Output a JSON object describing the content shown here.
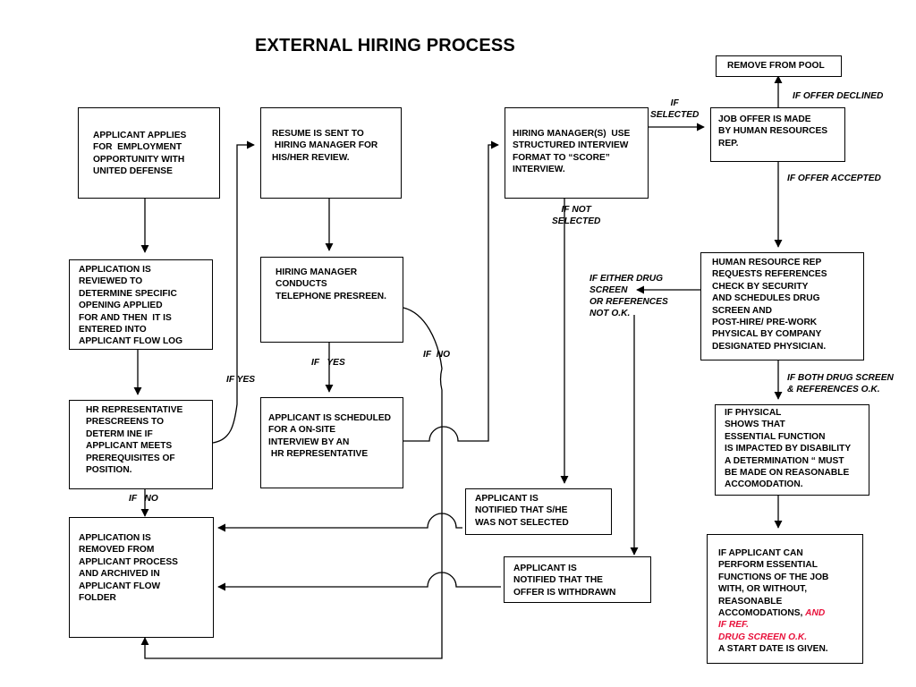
{
  "title": "EXTERNAL HIRING PROCESS",
  "boxes": {
    "applicant_applies": "APPLICANT APPLIES\nFOR  EMPLOYMENT\nOPPORTUNITY WITH\nUNITED DEFENSE",
    "resume_sent": "RESUME IS SENT TO\n HIRING MANAGER FOR\nHIS/HER REVIEW.",
    "structured_interview": "HIRING MANAGER(S)  USE\nSTRUCTURED INTERVIEW\nFORMAT TO “SCORE”\nINTERVIEW.",
    "remove_from_pool": "REMOVE FROM POOL",
    "job_offer": "JOB OFFER IS MADE\nBY HUMAN RESOURCES\nREP.",
    "application_reviewed": "APPLICATION IS\nREVIEWED TO\nDETERMINE SPECIFIC\nOPENING APPLIED\nFOR AND THEN  IT IS\nENTERED INTO\nAPPLICANT FLOW LOG",
    "telephone_prescreen": "HIRING MANAGER\nCONDUCTS\nTELEPHONE PRESREEN.",
    "hr_rep_requests": "HUMAN RESOURCE REP\nREQUESTS REFERENCES\nCHECK BY SECURITY\nAND SCHEDULES DRUG\nSCREEN AND\nPOST-HIRE/ PRE-WORK\nPHYSICAL BY COMPANY\nDESIGNATED PHYSICIAN.",
    "hr_prescreens": "HR REPRESENTATIVE\nPRESCREENS TO\nDETERM INE IF\nAPPLICANT MEETS\nPREREQUISITES OF\nPOSITION.",
    "onsite_interview": "APPLICANT IS SCHEDULED\nFOR A ON-SITE\nINTERVIEW BY AN\n HR REPRESENTATIVE",
    "physical_disability": "IF PHYSICAL\nSHOWS THAT\nESSENTIAL FUNCTION\nIS IMPACTED BY DISABILITY\nA DETERMINATION “ MUST\nBE MADE ON REASONABLE\nACCOMODATION.",
    "not_selected": "APPLICANT IS\nNOTIFIED THAT S/HE\nWAS NOT SELECTED",
    "application_removed": "APPLICATION IS\nREMOVED FROM\nAPPLICANT PROCESS\nAND ARCHIVED IN\nAPPLICANT FLOW\nFOLDER",
    "offer_withdrawn": "APPLICANT IS\nNOTIFIED THAT THE\nOFFER IS WITHDRAWN",
    "start_date_a": "IF APPLICANT CAN\nPERFORM ESSENTIAL\nFUNCTIONS OF THE JOB\nWITH, OR WITHOUT,\nREASONABLE\nACCOMODATIONS, ",
    "start_date_red_1": "AND",
    "start_date_red_2": "IF REF.\nDRUG SCREEN O.K.",
    "start_date_b": "A START DATE IS GIVEN."
  },
  "labels": {
    "if_selected": "IF\nSELECTED",
    "if_offer_declined": "IF OFFER DECLINED",
    "if_offer_accepted": "IF OFFER ACCEPTED",
    "if_not_selected": "IF NOT\nSELECTED",
    "if_either_drug": "IF EITHER DRUG\nSCREEN\nOR REFERENCES\nNOT O.K.",
    "if_yes_left": "IF YES",
    "if_yes_mid": "IF   YES",
    "if_no_mid": "IF  NO",
    "if_no_left": "IF   NO",
    "if_both_ok": "IF BOTH DRUG SCREEN\n& REFERENCES O.K."
  },
  "colors": {
    "accent_red": "#e8103a"
  }
}
